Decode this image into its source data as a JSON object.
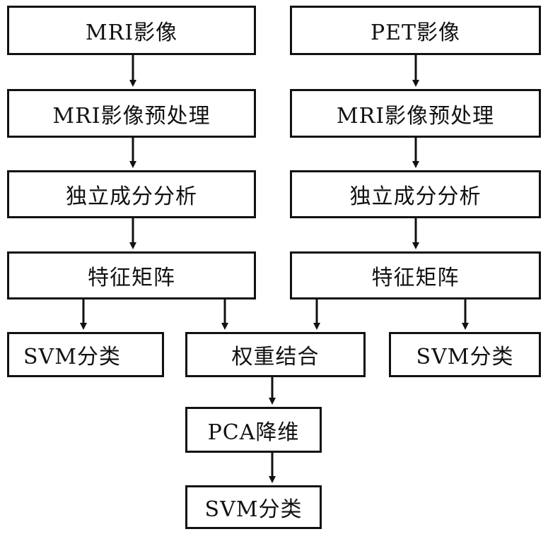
{
  "diagram": {
    "left_column": {
      "source": "MRI影像",
      "preprocess": "MRI影像预处理",
      "ica": "独立成分分析",
      "features": "特征矩阵",
      "classify": "SVM分类"
    },
    "right_column": {
      "source": "PET影像",
      "preprocess": "MRI影像预处理",
      "ica": "独立成分分析",
      "features": "特征矩阵",
      "classify": "SVM分类"
    },
    "center_column": {
      "fusion": "权重结合",
      "pca": "PCA降维",
      "classify": "SVM分类"
    },
    "colors": {
      "stroke": "#111111",
      "background": "#ffffff"
    }
  }
}
